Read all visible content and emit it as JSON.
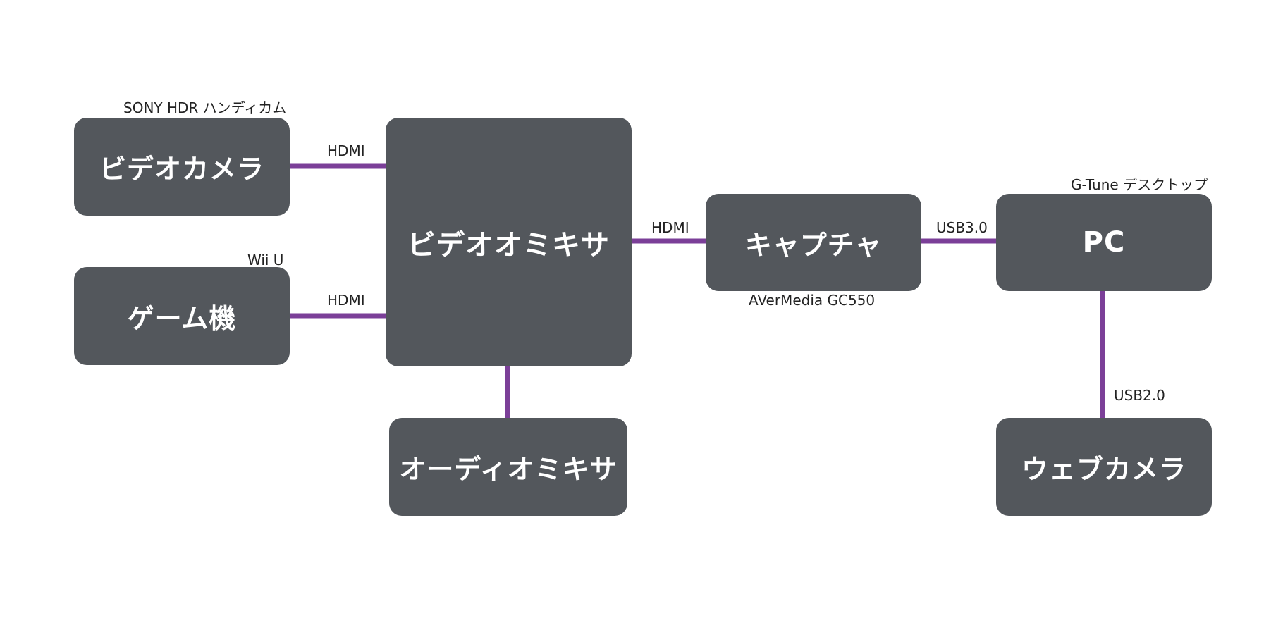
{
  "colors": {
    "node_fill": "#53575c",
    "node_text": "#ffffff",
    "connector": "#7b3f98",
    "label_text": "#222222",
    "background": "#ffffff"
  },
  "nodes": {
    "video_camera": {
      "label": "ビデオカメラ",
      "caption": "SONY HDR ハンディカム"
    },
    "game_console": {
      "label": "ゲーム機",
      "caption": "Wii U"
    },
    "video_mixer": {
      "label": "ビデオオミキサ"
    },
    "audio_mixer": {
      "label": "オーディオミキサ"
    },
    "capture": {
      "label": "キャプチャ",
      "caption": "AVerMedia GC550"
    },
    "pc": {
      "label": "PC",
      "caption": "G-Tune デスクトップ"
    },
    "webcam": {
      "label": "ウェブカメラ"
    }
  },
  "edges": {
    "camera_to_mixer": {
      "label": "HDMI"
    },
    "game_to_mixer": {
      "label": "HDMI"
    },
    "mixer_to_capture": {
      "label": "HDMI"
    },
    "capture_to_pc": {
      "label": "USB3.0"
    },
    "pc_to_webcam": {
      "label": "USB2.0"
    },
    "mixer_to_audio": {}
  }
}
